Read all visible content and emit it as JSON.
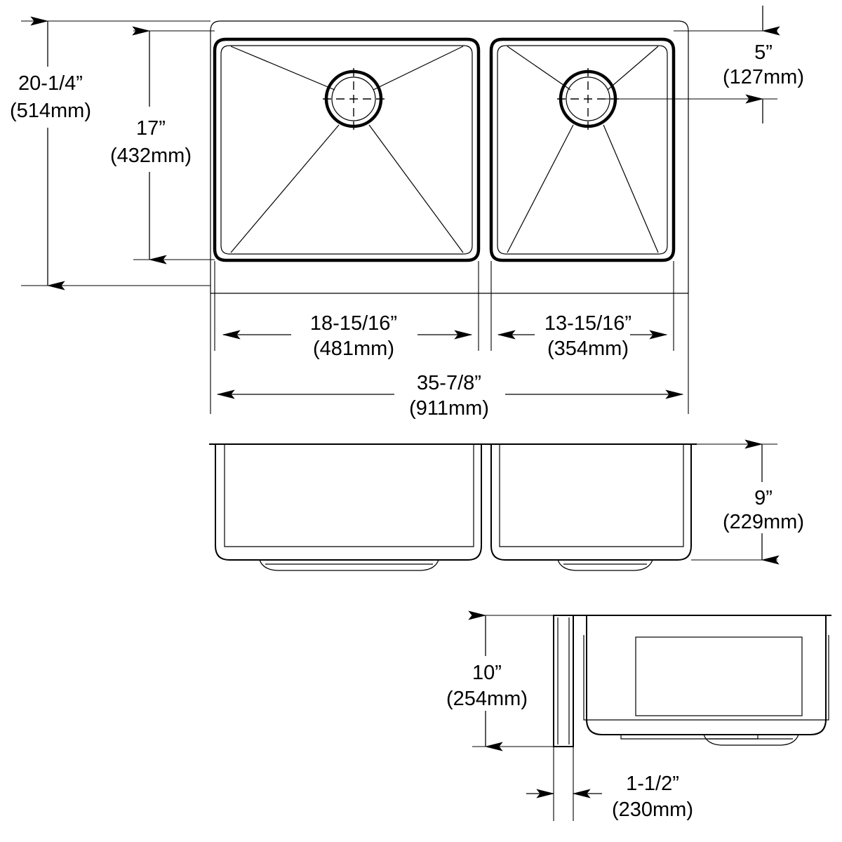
{
  "document": {
    "type": "technical-specification-drawing",
    "subject": "Undermount double-bowl kitchen sink",
    "background_color": "#ffffff",
    "line_color": "#000000"
  },
  "dimensions": {
    "overall_depth": {
      "id": "overall-depth",
      "inches": "20-1/4”",
      "metric": "(514mm)",
      "view": "top",
      "orientation": "vertical",
      "position": "left-outer"
    },
    "bowl_depth": {
      "id": "bowl-depth",
      "inches": "17”",
      "metric": "(432mm)",
      "view": "top",
      "orientation": "vertical",
      "position": "left-inner"
    },
    "drain_offset": {
      "id": "drain-offset-from-rear",
      "inches": "5”",
      "metric": "(127mm)",
      "view": "top",
      "orientation": "vertical",
      "position": "right"
    },
    "left_bowl_width": {
      "id": "left-bowl-width",
      "inches": "18-15/16”",
      "metric": "(481mm)",
      "view": "top",
      "orientation": "horizontal",
      "position": "below-left"
    },
    "right_bowl_width": {
      "id": "right-bowl-width",
      "inches": "13-15/16”",
      "metric": "(354mm)",
      "view": "top",
      "orientation": "horizontal",
      "position": "below-right"
    },
    "overall_width": {
      "id": "overall-width",
      "inches": "35-7/8”",
      "metric": "(911mm)",
      "view": "top",
      "orientation": "horizontal",
      "position": "below-full"
    },
    "bowl_height": {
      "id": "bowl-height",
      "inches": "9”",
      "metric": "(229mm)",
      "view": "front-elevation",
      "orientation": "vertical",
      "position": "right"
    },
    "side_height": {
      "id": "side-view-height",
      "inches": "10”",
      "metric": "(254mm)",
      "view": "side",
      "orientation": "vertical",
      "position": "left"
    },
    "rim_thickness": {
      "id": "rim-thickness",
      "inches": "1-1/2”",
      "metric": "(230mm)",
      "view": "side",
      "orientation": "horizontal",
      "position": "bottom"
    }
  },
  "views": {
    "top": {
      "name": "top-view",
      "bowls": [
        {
          "name": "left-bowl",
          "drain": "drain-left"
        },
        {
          "name": "right-bowl",
          "drain": "drain-right"
        }
      ]
    },
    "front": {
      "name": "front-elevation-view",
      "bowls": [
        "left-bowl",
        "right-bowl"
      ]
    },
    "side": {
      "name": "side-section-view",
      "features": [
        "apron-rim",
        "bowl-body",
        "drain-boss"
      ]
    }
  }
}
